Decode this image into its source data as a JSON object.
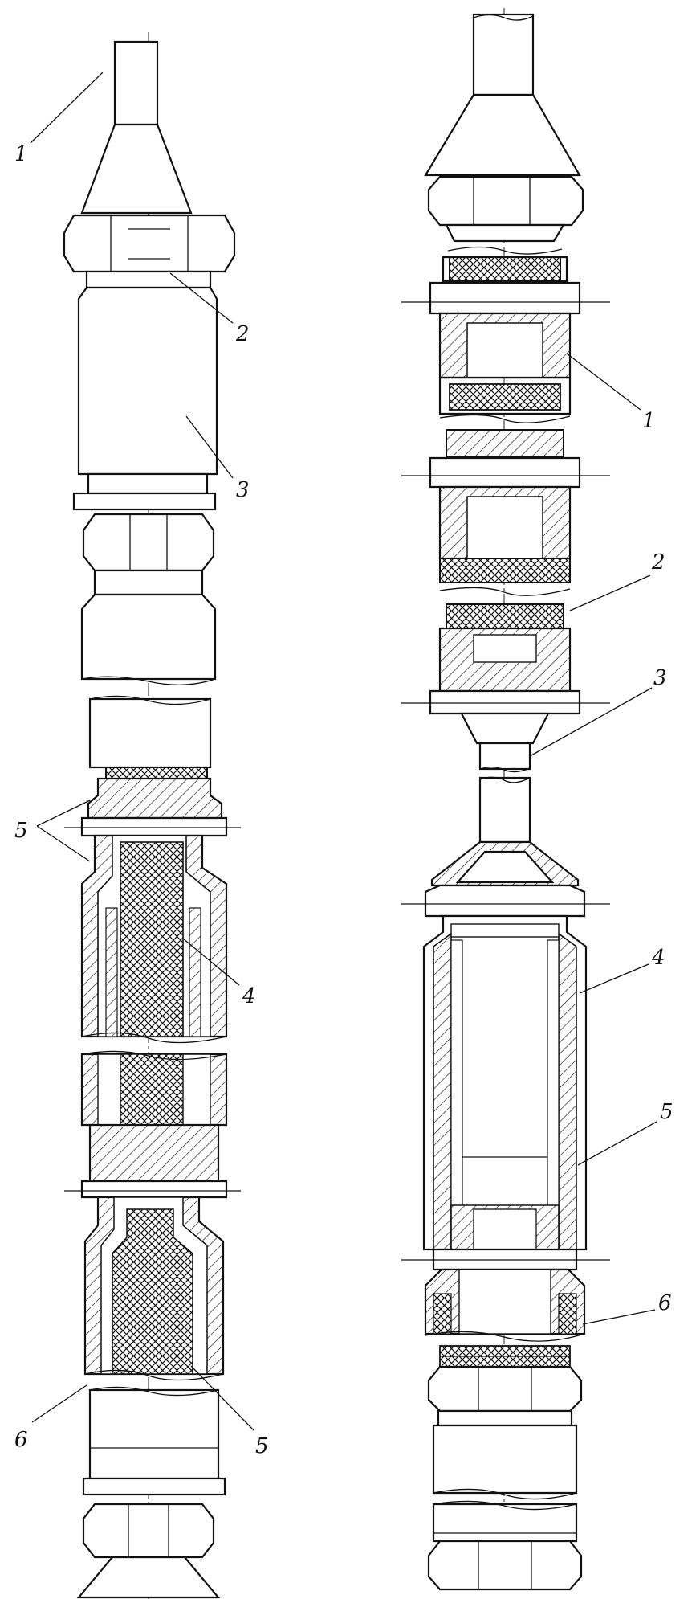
{
  "left_assembly": {
    "labels": [
      "1",
      "2",
      "3",
      "5",
      "4",
      "6",
      "5"
    ]
  },
  "right_assembly": {
    "labels": [
      "1",
      "2",
      "3",
      "4",
      "5",
      "6"
    ]
  },
  "colors": {
    "line": "#111111",
    "background": "#ffffff"
  }
}
